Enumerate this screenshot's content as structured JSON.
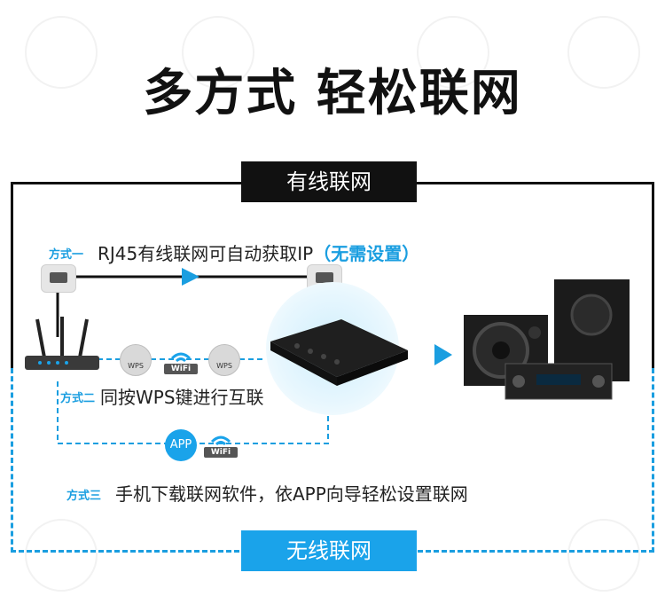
{
  "title": "多方式 轻松联网",
  "wired_tab": "有线联网",
  "wireless_tab": "无线联网",
  "method1": {
    "label": "方式一",
    "text": "RJ45有线联网可自动获取IP",
    "note": "（无需设置）"
  },
  "method2": {
    "label": "方式二",
    "text": "同按WPS键进行互联"
  },
  "method3": {
    "label": "方式三",
    "text": "手机下载联网软件，依APP向导轻松设置联网"
  },
  "badges": {
    "wps": "WPS",
    "wifi": "WiFi",
    "app": "APP"
  },
  "colors": {
    "accent": "#1aa3ea",
    "dark": "#111111"
  }
}
